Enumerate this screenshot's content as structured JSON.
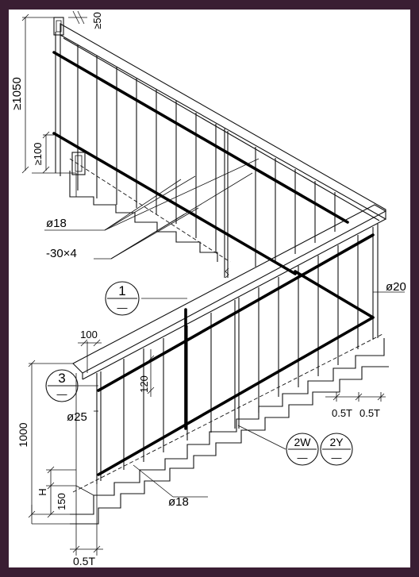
{
  "labels": {
    "min_height_top": "≥1050",
    "min_gap_top": "≥50",
    "min_base_top": "≥100",
    "bar_dia_18_upper": "ø18",
    "flat_bar": "-30×4",
    "bar_dia_20": "ø20",
    "bar_dia_25": "ø25",
    "bar_dia_18_lower": "ø18",
    "dim_100": "100",
    "dim_120": "120",
    "dim_1000": "1000",
    "dim_h": "H",
    "dim_150": "150",
    "half_tread_bottom": "0.5T",
    "half_tread_right_1": "0.5T",
    "half_tread_right_2": "0.5T"
  },
  "callouts": {
    "detail_1": {
      "num": "1",
      "ref": "—"
    },
    "detail_3": {
      "num": "3",
      "ref": "—"
    },
    "detail_2w": {
      "num": "2W",
      "ref": "—"
    },
    "detail_2y": {
      "num": "2Y",
      "ref": "—"
    }
  },
  "colors": {
    "background": "#3a1e33",
    "paper": "#ffffff",
    "ink": "#000000"
  }
}
